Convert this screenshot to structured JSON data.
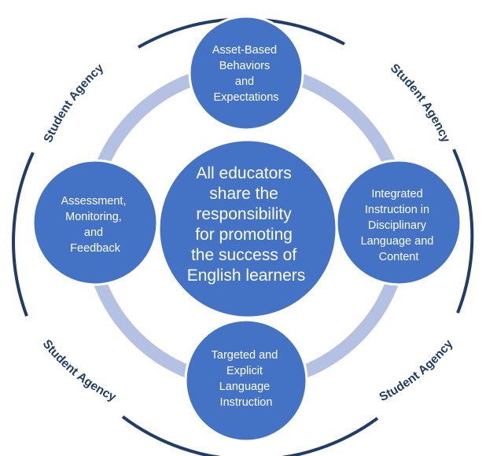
{
  "diagram": {
    "center": {
      "lines": [
        "All educators",
        "share the",
        "responsibility",
        "for promoting",
        "the success of",
        "English learners"
      ]
    },
    "nodes": {
      "top": {
        "lines": [
          "Asset-Based",
          "Behaviors",
          "and",
          "Expectations"
        ]
      },
      "right": {
        "lines": [
          "Integrated",
          "Instruction in",
          "Disciplinary",
          "Language and",
          "Content"
        ]
      },
      "bottom": {
        "lines": [
          "Targeted and",
          "Explicit",
          "Language",
          "Instruction"
        ]
      },
      "left": {
        "lines": [
          "Assessment,",
          "Monitoring,",
          "and",
          "Feedback"
        ]
      }
    },
    "outer_labels": {
      "top_left": "Student Agency",
      "top_right": "Student Agency",
      "bottom_left": "Student Agency",
      "bottom_right": "Student Agency"
    },
    "colors": {
      "circle_fill": "#4472c4",
      "circle_stroke": "#ffffff",
      "inner_ring": "#b4c1e2",
      "outer_arc": "#1f3d66",
      "text": "#ffffff"
    }
  }
}
